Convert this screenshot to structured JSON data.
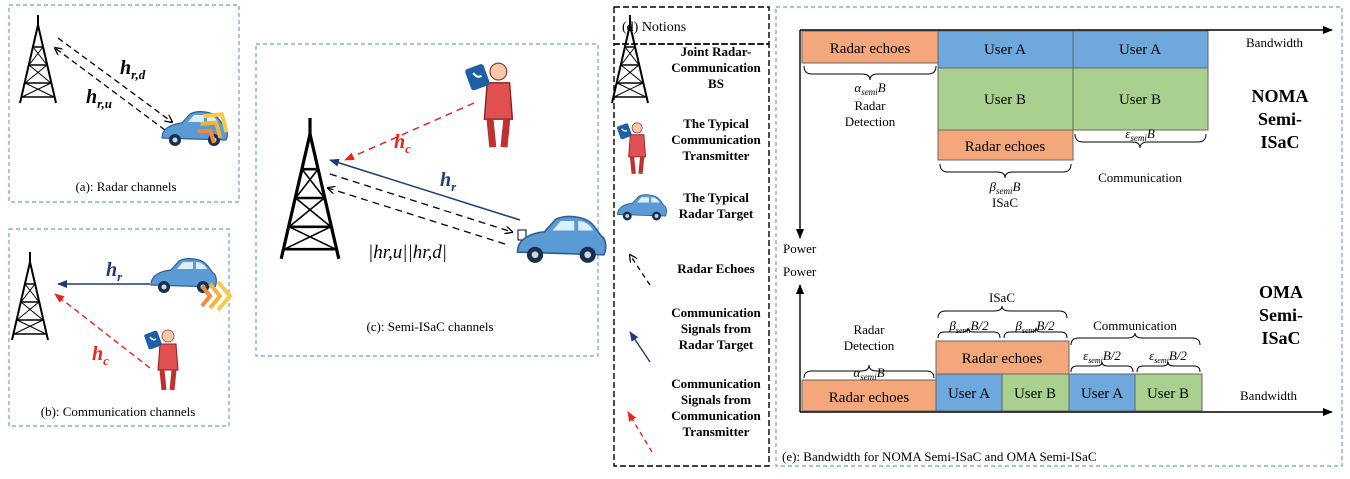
{
  "panel_a": {
    "caption": "(a): Radar channels",
    "h_rd": "h",
    "h_rd_sub": "r,d",
    "h_ru": "h",
    "h_ru_sub": "r,u"
  },
  "panel_b": {
    "caption": "(b): Communication channels",
    "h_r": "h",
    "h_r_sub": "r",
    "h_c": "h",
    "h_c_sub": "c"
  },
  "panel_c": {
    "caption": "(c): Semi-ISaC channels",
    "h_c": "h",
    "h_c_sub": "c",
    "h_r": "h",
    "h_r_sub": "r",
    "h_ru_hrd": "|hr,u||hr,d|"
  },
  "panel_d": {
    "title": "(d)  Notions",
    "legend": [
      "Joint Radar-Communication BS",
      "The Typical Communication Transmitter",
      "The Typical Radar Target",
      "Radar Echoes",
      "Communication Signals from Radar Target",
      "Communication Signals from Communication Transmitter"
    ]
  },
  "panel_e": {
    "caption": "(e): Bandwidth for NOMA Semi-ISaC and OMA Semi-ISaC",
    "bandwidth": "Bandwidth",
    "power": "Power",
    "noma": {
      "label_lines": [
        "NOMA",
        "Semi-",
        "ISaC"
      ],
      "radar_echoes": "Radar echoes",
      "user_a": "User A",
      "user_b": "User B",
      "alpha": "αsemiB",
      "beta": "βsemiB",
      "eps": "εsemiB",
      "radar_detection_lines": [
        "Radar",
        "Detection"
      ],
      "isac": "ISaC",
      "communication": "Communication"
    },
    "oma": {
      "label_lines": [
        "OMA",
        "Semi-",
        "ISaC"
      ],
      "radar_echoes": "Radar echoes",
      "user_a": "User A",
      "user_b": "User B",
      "alpha": "αsemiB",
      "beta_half": "βsemiB/2",
      "eps_half": "εsemiB/2",
      "radar_detection_lines": [
        "Radar",
        "Detection"
      ],
      "isac": "ISaC",
      "communication": "Communication"
    }
  },
  "colors": {
    "radar_echoes": "#f4a77a",
    "user_a": "#6fa8dc",
    "user_b": "#a9d08e",
    "box_border": "#6f9fcf",
    "h_c": "#e8241c",
    "h_r": "#1f3b77"
  }
}
